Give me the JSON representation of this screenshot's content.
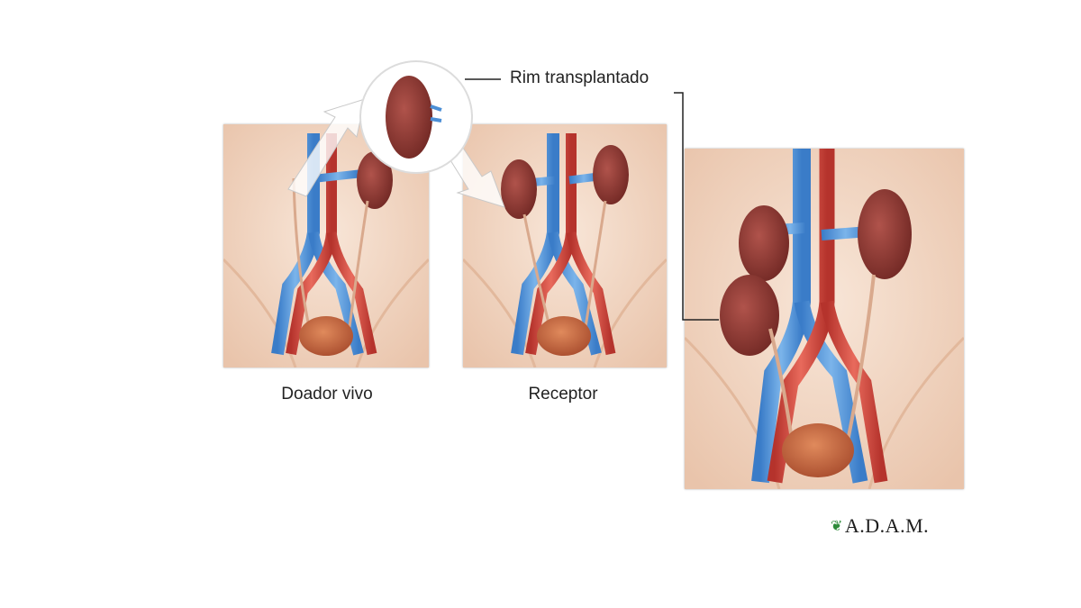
{
  "captions": {
    "donor": "Doador vivo",
    "recipient": "Receptor"
  },
  "callout": {
    "label": "Rim transplantado"
  },
  "logo": {
    "text": "A.D.A.M."
  },
  "colors": {
    "skin": "#f4dccb",
    "artery": "#d9473f",
    "vein": "#4c8fd6",
    "kidney": "#8e3a35",
    "bladder": "#c8643d"
  }
}
